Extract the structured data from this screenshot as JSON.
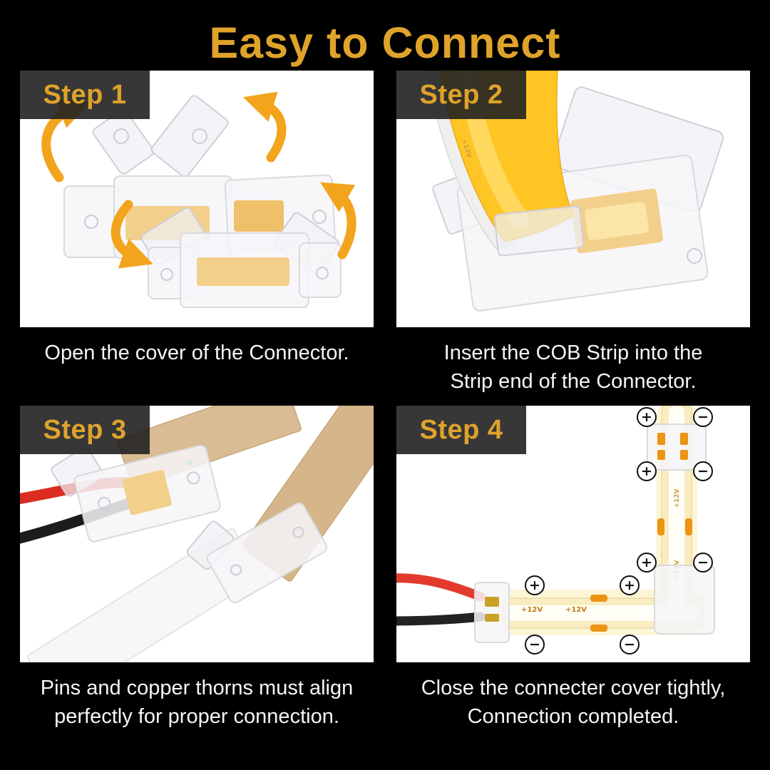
{
  "title": "Easy to Connect",
  "colors": {
    "background": "#000000",
    "accent_gold": "#DFA32B",
    "arrow_orange": "#F2A41D",
    "badge_background": "#212121",
    "panel_background": "#FFFFFF",
    "caption_text": "#F5F5F5",
    "strip_yellow": "#FFC525",
    "wire_red": "#DA2C20",
    "wire_black": "#1C1C1C"
  },
  "symbols": {
    "plus": "+",
    "minus": "−"
  },
  "strip_label": "+12V",
  "steps": [
    {
      "label": "Step 1",
      "caption_lines": [
        "Open the cover of the Connector."
      ]
    },
    {
      "label": "Step 2",
      "caption_lines": [
        "Insert the COB Strip into the",
        "Strip end of the Connector."
      ]
    },
    {
      "label": "Step 3",
      "caption_lines": [
        "Pins and copper thorns must align",
        "perfectly for proper connection."
      ]
    },
    {
      "label": "Step 4",
      "caption_lines": [
        "Close the connecter cover tightly,",
        "Connection completed."
      ]
    }
  ]
}
